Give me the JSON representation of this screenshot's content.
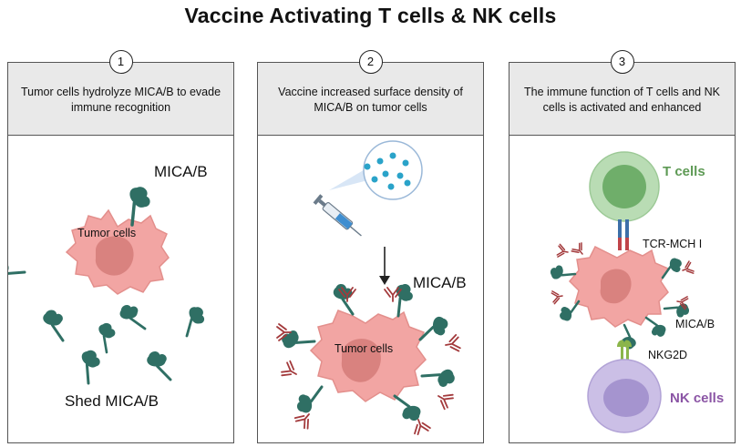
{
  "title": "Vaccine Activating T cells & NK cells",
  "panels": [
    {
      "number": "1",
      "text": "Tumor cells hydrolyze MICA/B to evade immune recognition",
      "labels": {
        "micab": "MICA/B",
        "tumor": "Tumor cells",
        "shed": "Shed MICA/B"
      }
    },
    {
      "number": "2",
      "text": "Vaccine increased surface density of MICA/B on tumor cells",
      "labels": {
        "micab": "MICA/B",
        "tumor": "Tumor cells"
      }
    },
    {
      "number": "3",
      "text": "The immune function of T cells and NK cells is activated and enhanced",
      "labels": {
        "tcells": "T cells",
        "tcr": "TCR-MCH I",
        "micab": "MICA/B",
        "nkg2d": "NKG2D",
        "nkcells": "NK cells"
      }
    }
  ],
  "colors": {
    "tumor": "#f2a5a3",
    "tumor_core": "#d9827f",
    "micab": "#2f6f64",
    "antibody": "#a33a3c",
    "t_cell": "#b9dcb4",
    "t_core": "#6fae6a",
    "nk_cell": "#cbbfe6",
    "nk_core": "#a594cf",
    "nkg2d": "#8bb54a",
    "tcr": "#3d6fa8"
  }
}
